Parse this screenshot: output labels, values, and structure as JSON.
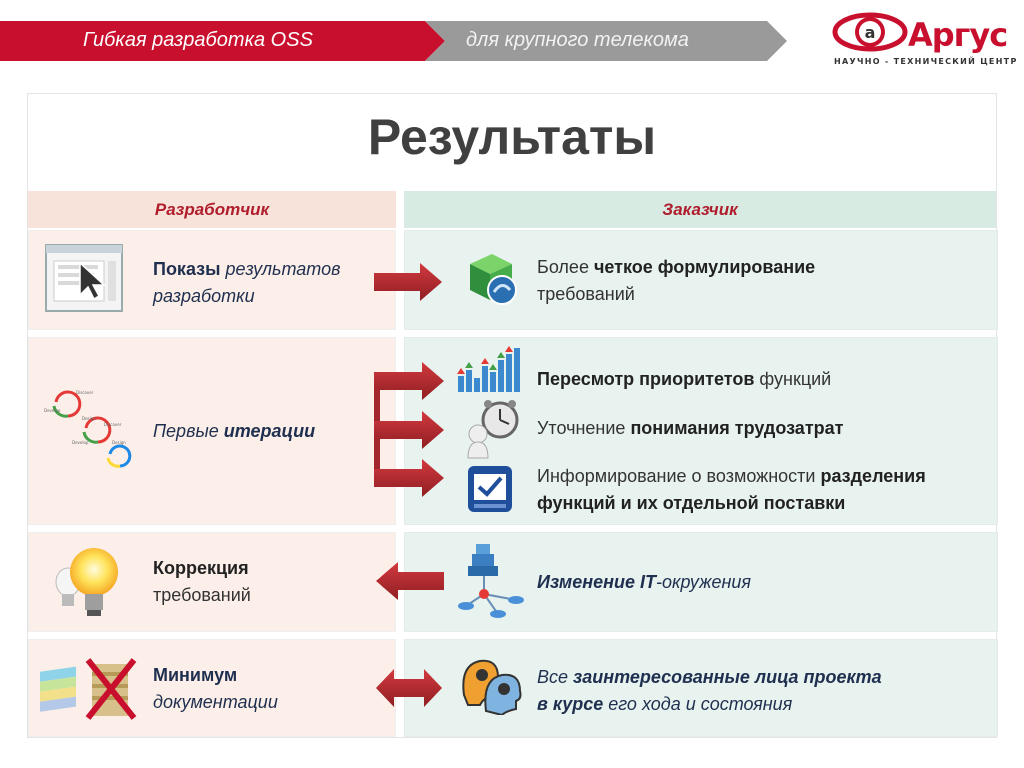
{
  "header": {
    "ribbon_left": "Гибкая разработка OSS",
    "ribbon_right": "для крупного телекома",
    "logo_word": "Аргус",
    "logo_sub": "НАУЧНО - ТЕХНИЧЕСКИЙ ЦЕНТР"
  },
  "title": "Результаты",
  "columns": {
    "left": "Разработчик",
    "right": "Заказчик"
  },
  "rows": {
    "r1": {
      "left_bold": "Показы",
      "left_rest1": " результатов",
      "left_line2": "разработки",
      "right_plain1": "Более ",
      "right_bold1": "четкое формулирование",
      "right_line2": "требований"
    },
    "r2": {
      "left_plain": "Первые ",
      "left_bold": "итерации",
      "right_a_bold": "Пересмотр приоритетов",
      "right_a_rest": " функций",
      "right_b_plain": "Уточнение ",
      "right_b_bold": "понимания трудозатрат",
      "right_c_plain": "Информирование о возможности ",
      "right_c_bold1": "разделения",
      "right_c_bold2": "функций и их отдельной поставки"
    },
    "r3": {
      "left_bold": "Коррекция",
      "left_line2": "требований",
      "right_bold": "Изменение IT",
      "right_rest": "-окружения"
    },
    "r4": {
      "left_bold": "Минимум",
      "left_line2": "документации",
      "right_plain1": "Все ",
      "right_bold1": "заинтересованные лица проекта",
      "right_bold2": "в курсе",
      "right_rest2": " его хода и состояния"
    }
  },
  "colors": {
    "accent_red": "#c8102e",
    "arrow_red": "#b3262d",
    "left_bg": "#fcefe9",
    "right_bg": "#e8f3ef"
  },
  "icons": [
    "cursor-window-icon",
    "green-cube-icon",
    "iteration-cycle-icon",
    "bar-chart-icon",
    "thinking-clock-icon",
    "checkbox-icon",
    "lightbulb-icon",
    "network-icon",
    "crossed-documents-icon",
    "people-heads-icon"
  ]
}
